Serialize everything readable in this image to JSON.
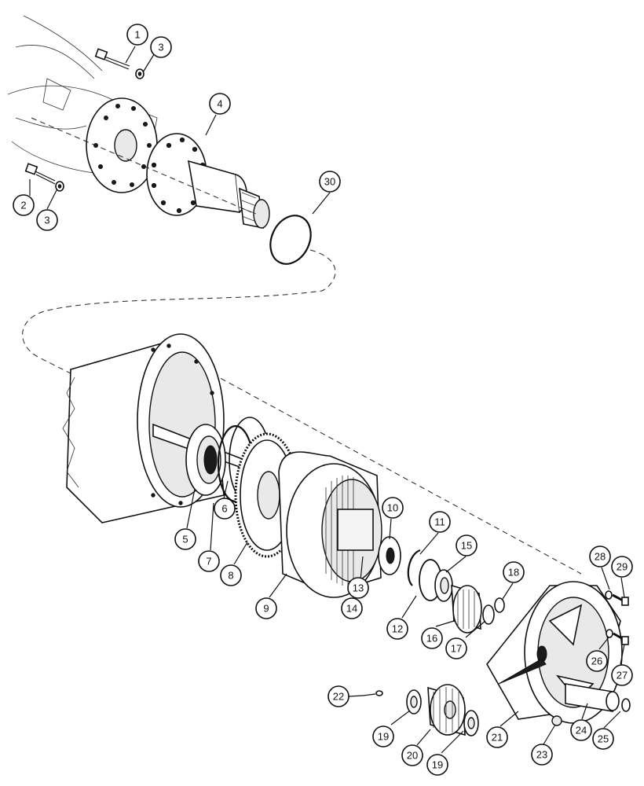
{
  "callouts": [
    {
      "id": "c1",
      "label": "1"
    },
    {
      "id": "c2",
      "label": "2"
    },
    {
      "id": "c3a",
      "label": "3"
    },
    {
      "id": "c3b",
      "label": "3"
    },
    {
      "id": "c4",
      "label": "4"
    },
    {
      "id": "c5",
      "label": "5"
    },
    {
      "id": "c6",
      "label": "6"
    },
    {
      "id": "c7",
      "label": "7"
    },
    {
      "id": "c8",
      "label": "8"
    },
    {
      "id": "c9",
      "label": "9"
    },
    {
      "id": "c10",
      "label": "10"
    },
    {
      "id": "c11",
      "label": "11"
    },
    {
      "id": "c12",
      "label": "12"
    },
    {
      "id": "c13",
      "label": "13"
    },
    {
      "id": "c14",
      "label": "14"
    },
    {
      "id": "c15",
      "label": "15"
    },
    {
      "id": "c16",
      "label": "16"
    },
    {
      "id": "c17",
      "label": "17"
    },
    {
      "id": "c18",
      "label": "18"
    },
    {
      "id": "c19a",
      "label": "19"
    },
    {
      "id": "c19b",
      "label": "19"
    },
    {
      "id": "c20",
      "label": "20"
    },
    {
      "id": "c21",
      "label": "21"
    },
    {
      "id": "c22",
      "label": "22"
    },
    {
      "id": "c23",
      "label": "23"
    },
    {
      "id": "c24",
      "label": "24"
    },
    {
      "id": "c25",
      "label": "25"
    },
    {
      "id": "c26",
      "label": "26"
    },
    {
      "id": "c27",
      "label": "27"
    },
    {
      "id": "c28",
      "label": "28"
    },
    {
      "id": "c29",
      "label": "29"
    },
    {
      "id": "c30",
      "label": "30"
    }
  ]
}
